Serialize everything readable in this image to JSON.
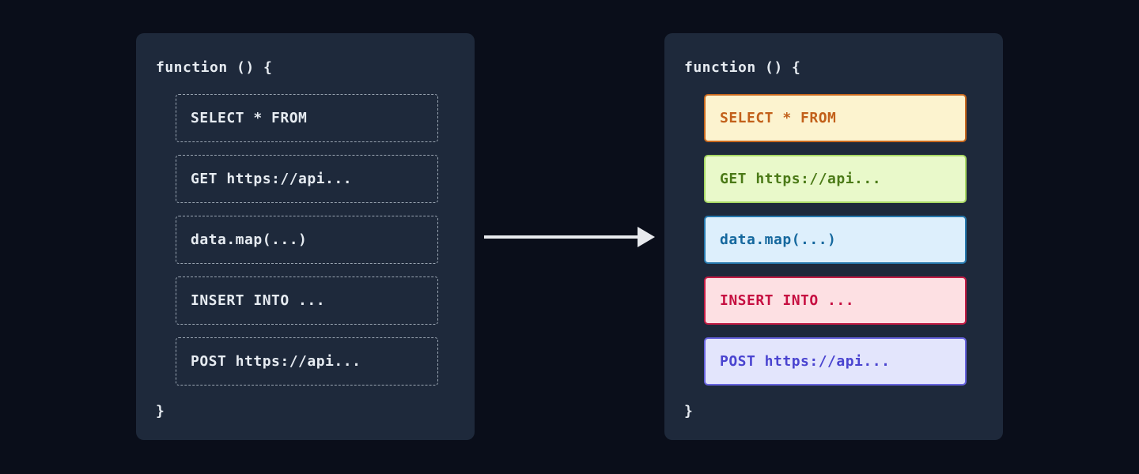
{
  "colors": {
    "page_bg": "#0a0e1a",
    "panel_bg": "#1e293b",
    "panel_text": "#e6ebf1",
    "dashed_border": "#9aa5b2",
    "arrow": "#e8eaee"
  },
  "left_panel": {
    "header": "function () {",
    "footer": "}",
    "items": [
      {
        "label": "SELECT * FROM"
      },
      {
        "label": "GET https://api..."
      },
      {
        "label": "data.map(...)"
      },
      {
        "label": "INSERT INTO ..."
      },
      {
        "label": "POST https://api..."
      }
    ]
  },
  "right_panel": {
    "header": "function () {",
    "footer": "}",
    "items": [
      {
        "label": "SELECT * FROM",
        "bg": "#fcf3cf",
        "border": "#c8681e",
        "text": "#c2601a"
      },
      {
        "label": "GET https://api...",
        "bg": "#e9f9ca",
        "border": "#a9d965",
        "text": "#4b7a17"
      },
      {
        "label": "data.map(...)",
        "bg": "#ddeffc",
        "border": "#2679ae",
        "text": "#15689e"
      },
      {
        "label": "INSERT INTO ...",
        "bg": "#fde0e3",
        "border": "#c31b44",
        "text": "#c60f41"
      },
      {
        "label": "POST https://api...",
        "bg": "#e3e5fc",
        "border": "#6763de",
        "text": "#4a44d0"
      }
    ]
  }
}
